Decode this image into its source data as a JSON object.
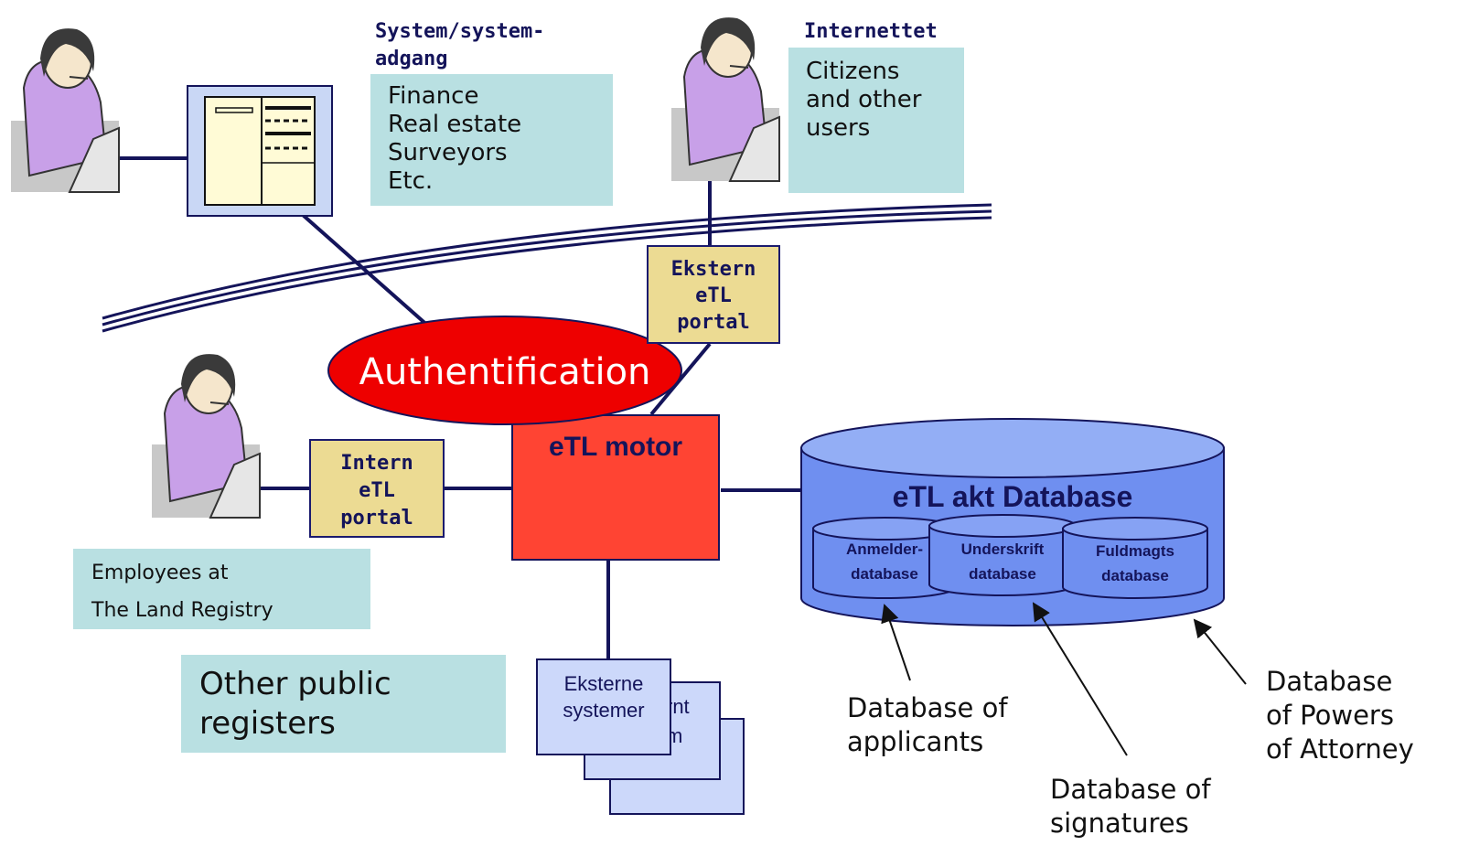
{
  "headers": {
    "system_access": "System/system-adgang",
    "internet": "Internettet"
  },
  "system_access_box": [
    "Finance",
    "Real estate",
    "Surveyors",
    "Etc."
  ],
  "internet_box": [
    "Citizens",
    "and other",
    "users"
  ],
  "external_portal": [
    "Ekstern",
    "eTL",
    "portal"
  ],
  "internal_portal": [
    "Intern",
    "eTL",
    "portal"
  ],
  "authentication": "Authentification",
  "engine": "eTL motor",
  "database": {
    "title": "eTL akt Database",
    "sub": [
      {
        "line1": "Anmelder-",
        "line2": "database"
      },
      {
        "line1": "Underskrift",
        "line2": "database"
      },
      {
        "line1": "Fuldmagts",
        "line2": "database"
      }
    ]
  },
  "employees_box": [
    "Employees at",
    "The Land Registry"
  ],
  "other_registers": [
    "Other public",
    "registers"
  ],
  "external_systems": {
    "front": [
      "Eksterne",
      "systemer"
    ],
    "back1": [
      "rnt",
      "m"
    ]
  },
  "callouts": {
    "applicants": [
      "Database of",
      "applicants"
    ],
    "signatures": [
      "Database of",
      "signatures"
    ],
    "powers": [
      "Database",
      "of Powers",
      "of Attorney"
    ]
  },
  "colors": {
    "navy": "#14145a",
    "teal": "#b9e0e2",
    "tan": "#ecdb93",
    "engine_red": "#ff4433",
    "auth_red": "#ee0000",
    "db_blue": "#6f8ff0"
  }
}
